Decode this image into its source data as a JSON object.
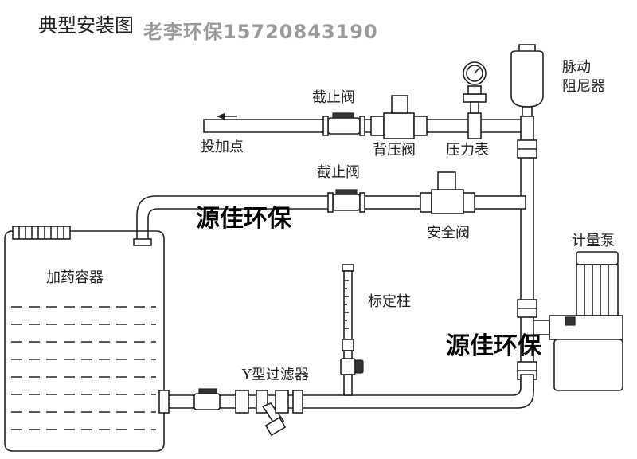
{
  "title": "典型安装图",
  "watermark_contact": "老李环保15720843190",
  "watermark_brand_1": "源佳环保",
  "watermark_brand_2": "源佳环保",
  "labels": {
    "pulsation_damper_1": "脉动",
    "pulsation_damper_2": "阻尼器",
    "shutoff_valve_top": "截止阀",
    "dosing_point": "投加点",
    "back_pressure_valve": "背压阀",
    "pressure_gauge": "压力表",
    "shutoff_valve_mid": "截止阀",
    "safety_valve": "安全阀",
    "metering_pump": "计量泵",
    "dosing_tank": "加药容器",
    "calibration_column": "标定柱",
    "y_strainer": "Y型过滤器"
  },
  "colors": {
    "line": "#222222",
    "watermark_gray": "#9a9a9a",
    "watermark_black": "#000000"
  }
}
